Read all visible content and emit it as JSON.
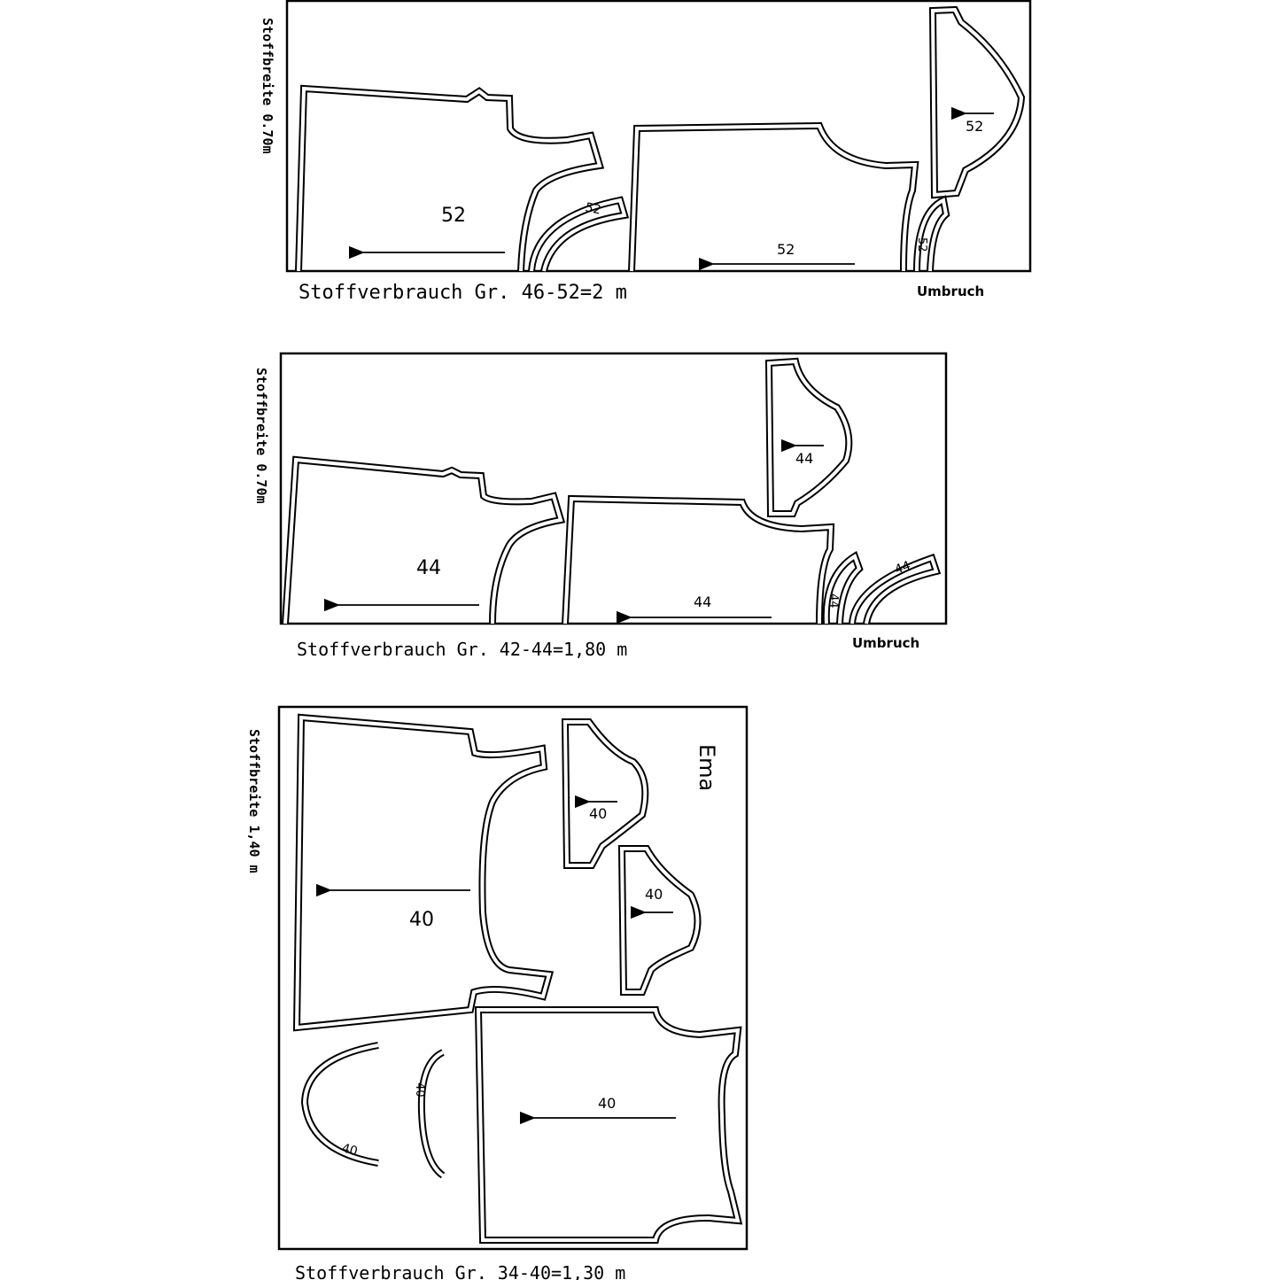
{
  "layouts": [
    {
      "fabric_width": "Stoffbreite 0.70m",
      "consumption": "Stoffverbrauch Gr. 46-52=2 m",
      "fold": "Umbruch",
      "labels": {
        "front": "52",
        "back": "52",
        "sleeve": "52",
        "facing": "52",
        "neck": "52"
      }
    },
    {
      "fabric_width": "Stoffbreite 0.70m",
      "consumption": "Stoffverbrauch Gr. 42-44=1,80 m",
      "fold": "Umbruch",
      "labels": {
        "front": "44",
        "back": "44",
        "sleeve": "44",
        "facing": "44",
        "neck": "44"
      }
    },
    {
      "fabric_width": "Stoffbreite 1,40 m",
      "consumption": "Stoffverbrauch Gr. 34-40=1,30 m",
      "model": "Ema",
      "labels": {
        "front": "40",
        "back": "40",
        "sleeve1": "40",
        "sleeve2": "40",
        "facing": "40",
        "neck": "40"
      }
    }
  ]
}
